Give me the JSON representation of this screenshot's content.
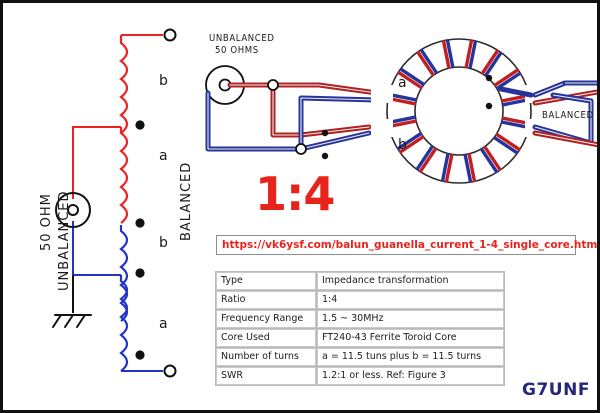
{
  "figure": {
    "ratio_big": "1:4",
    "callsign": "G7UNF",
    "url": "https://vk6ysf.com/balun_guanella_current_1-4_single_core.htm",
    "border_color": "#111111",
    "background": "#ffffff"
  },
  "schematic_left": {
    "port_label_line1": "50 OHM",
    "port_label_line2": "UNBALANCED",
    "output_label": "BALANCED",
    "winding_labels": [
      "b",
      "a",
      "b",
      "a"
    ],
    "wire_colors": {
      "top": "#ee2222",
      "bottom": "#2233cc",
      "ground": "#111111"
    },
    "dot_count": 4
  },
  "schematic_toroid": {
    "input_label_line1": "UNBALANCED",
    "input_label_line2": "50 OHMS",
    "output_label": "BALANCED",
    "core_winding_labels": [
      "a",
      "b"
    ],
    "wire_colors": {
      "red": "#cc2222",
      "blue": "#2233aa",
      "core": "#222222"
    },
    "dot_count": 4,
    "winding_pairs": 16
  },
  "table": {
    "rows": [
      {
        "key": "Type",
        "value": "Impedance transformation"
      },
      {
        "key": "Ratio",
        "value": "1:4"
      },
      {
        "key": "Frequency Range",
        "value": "1.5 ~ 30MHz"
      },
      {
        "key": "Core Used",
        "value": "FT240-43 Ferrite Toroid Core"
      },
      {
        "key": "Number of turns",
        "value": "a = 11.5 tuns plus b = 11.5 turns"
      },
      {
        "key": "SWR",
        "value": "1.2:1 or less. Ref: Figure 3"
      }
    ]
  }
}
